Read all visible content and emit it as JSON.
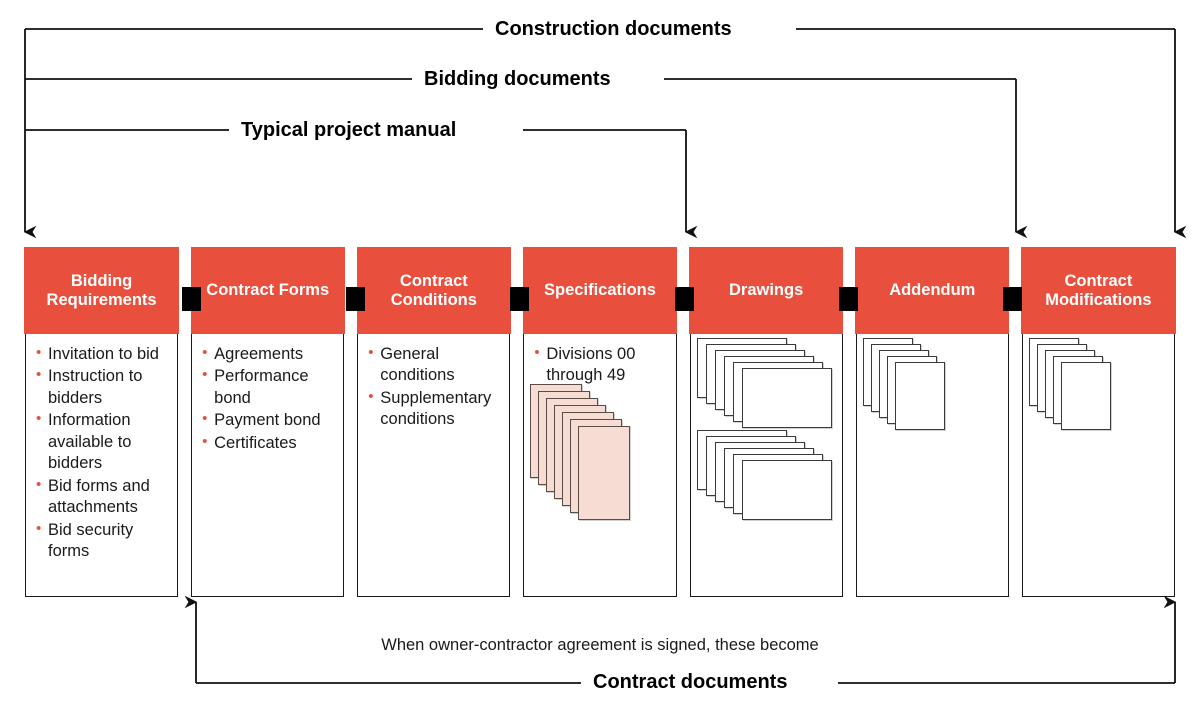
{
  "diagram": {
    "title_brackets": [
      {
        "id": "construction",
        "label": "Construction documents"
      },
      {
        "id": "bidding",
        "label": "Bidding documents"
      },
      {
        "id": "typical",
        "label": "Typical project manual"
      }
    ],
    "bottom_bracket": {
      "note": "When owner-contractor agreement is signed, these become",
      "label": "Contract documents"
    },
    "accent_color": "#e94f3d",
    "header_text_color": "#ffffff",
    "line_color": "#1a1a1a",
    "spec_sheet_color": "#f7dcd3",
    "columns": [
      {
        "id": "bidding-requirements",
        "header": "Bidding Requirements",
        "items": [
          "Invitation to bid",
          "Instruction to bidders",
          "Information available to bidders",
          "Bid forms and attachments",
          "Bid security forms"
        ],
        "graphic": "none"
      },
      {
        "id": "contract-forms",
        "header": "Contract Forms",
        "items": [
          "Agreements",
          "Performance bond",
          "Payment bond",
          "Certificates"
        ],
        "graphic": "none"
      },
      {
        "id": "contract-conditions",
        "header": "Contract Conditions",
        "items": [
          "General conditions",
          "Supplementary conditions"
        ],
        "graphic": "none"
      },
      {
        "id": "specifications",
        "header": "Specifications",
        "items": [
          "Divisions 00 through 49"
        ],
        "graphic": "pink-portrait-stack"
      },
      {
        "id": "drawings",
        "header": "Drawings",
        "items": [],
        "graphic": "two-landscape-stacks"
      },
      {
        "id": "addendum",
        "header": "Addendum",
        "items": [],
        "graphic": "portrait-stack"
      },
      {
        "id": "contract-modifications",
        "header": "Contract Modifications",
        "items": [],
        "graphic": "portrait-stack"
      }
    ]
  }
}
